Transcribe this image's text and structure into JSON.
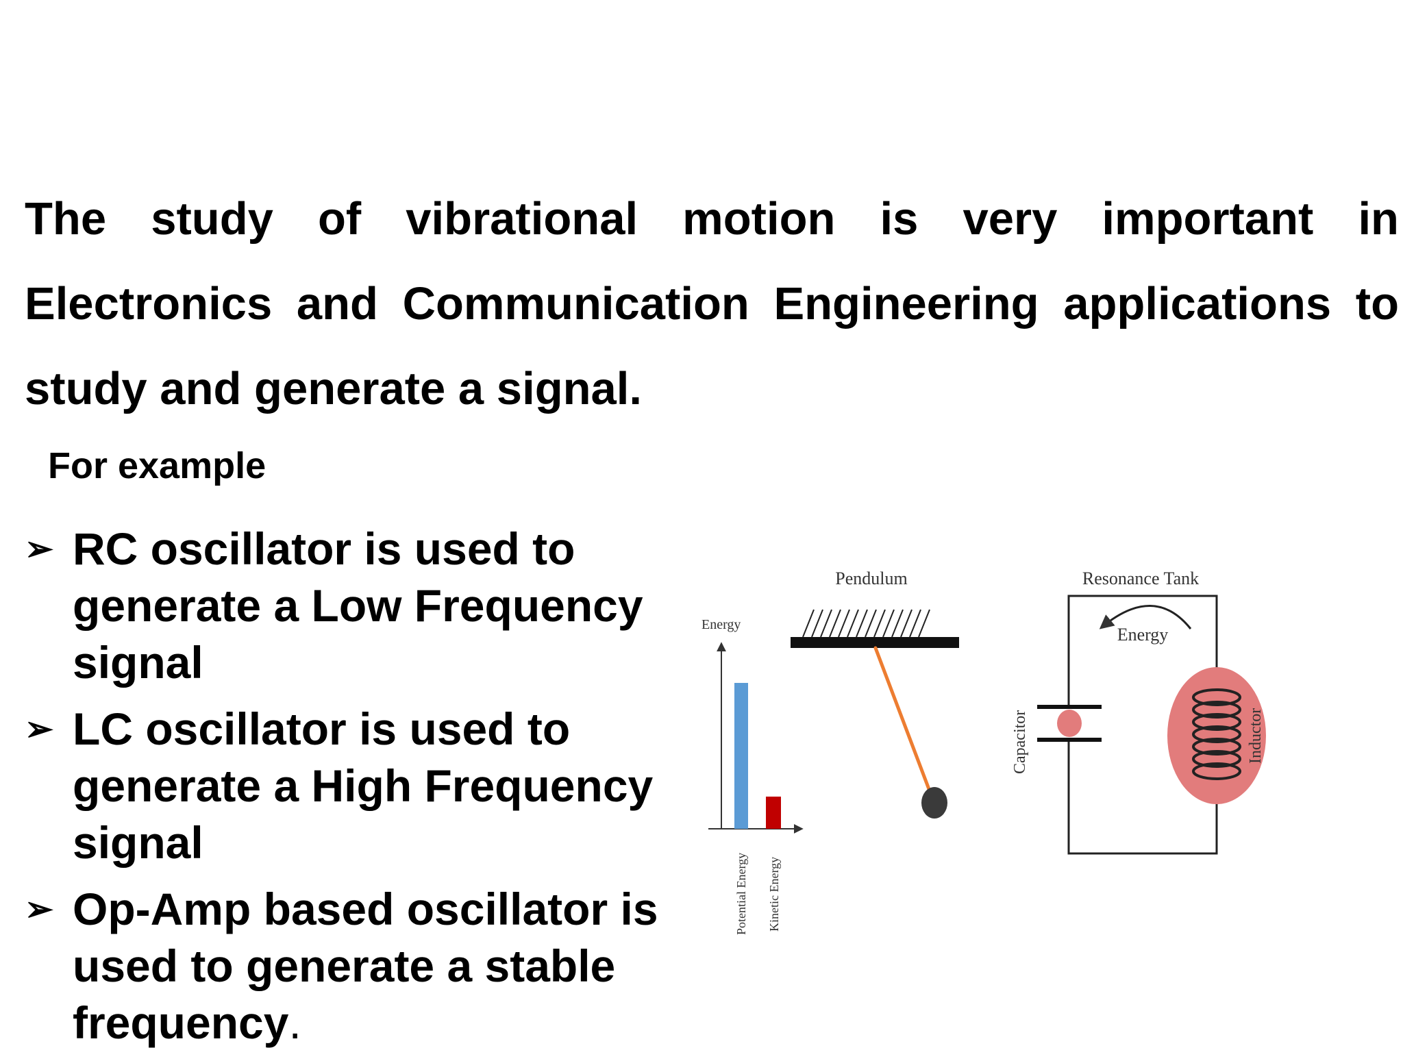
{
  "intro": "The study of vibrational motion is very important in Electronics and Communication Engineering applications to study and generate a signal.",
  "for_example": "For example",
  "bullet_icon": "arrow-bullet-icon",
  "bullets": [
    {
      "text": "RC oscillator is used to generate a Low Frequency signal",
      "trail": ""
    },
    {
      "text": "LC oscillator is used to generate a High Frequency signal",
      "trail": ""
    },
    {
      "text": "Op-Amp based oscillator is used to generate a stable frequency",
      "trail": "."
    }
  ],
  "figure": {
    "energy_chart": {
      "y_label": "Energy",
      "bars": [
        {
          "label": "Potential Energy",
          "level": 0.82,
          "color": "#5b9bd5"
        },
        {
          "label": "Kinetic Energy",
          "level": 0.18,
          "color": "#c00000"
        }
      ]
    },
    "pendulum": {
      "title": "Pendulum",
      "rod_color": "#ed7d31",
      "bob_color": "#3a3a3a"
    },
    "tank": {
      "title": "Resonance Tank",
      "energy_label": "Energy",
      "capacitor_label": "Capacitor",
      "inductor_label": "Inductor",
      "highlight_color": "#e27c7c"
    }
  }
}
